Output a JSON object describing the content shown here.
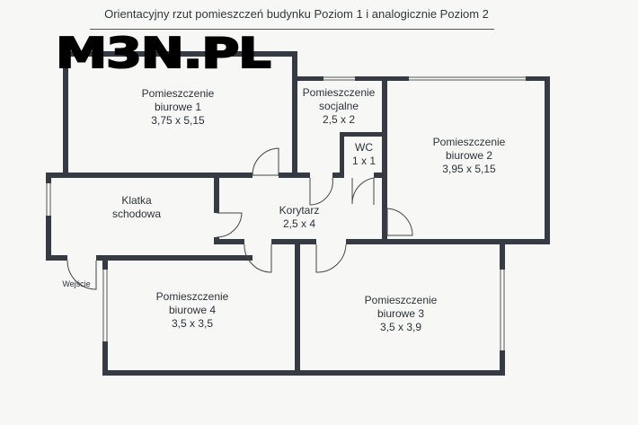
{
  "title": "Orientacyjny rzut pomieszczeń budynku Poziom 1 i analogicznie Poziom 2",
  "logo": "M3N.PL",
  "colors": {
    "wall": "#363b43",
    "background": "#f7f7f6",
    "text": "#2e3238"
  },
  "rooms": {
    "office1": {
      "name1": "Pomieszczenie",
      "name2": "biurowe 1",
      "size": "3,75 x 5,15"
    },
    "social": {
      "name1": "Pomieszczenie",
      "name2": "socjalne",
      "size": "2,5 x 2"
    },
    "wc": {
      "name1": "WC",
      "size": "1 x 1"
    },
    "office2": {
      "name1": "Pomieszczenie",
      "name2": "biurowe 2",
      "size": "3,95 x 5,15"
    },
    "stairs": {
      "name1": "Klatka",
      "name2": "schodowa"
    },
    "corridor": {
      "name1": "Korytarz",
      "size": "2,5 x 4"
    },
    "office4": {
      "name1": "Pomieszczenie",
      "name2": "biurowe 4",
      "size": "3,5 x 3,5"
    },
    "office3": {
      "name1": "Pomieszczenie",
      "name2": "biurowe 3",
      "size": "3,5 x 3,9"
    }
  },
  "entrance_label": "Wejście"
}
